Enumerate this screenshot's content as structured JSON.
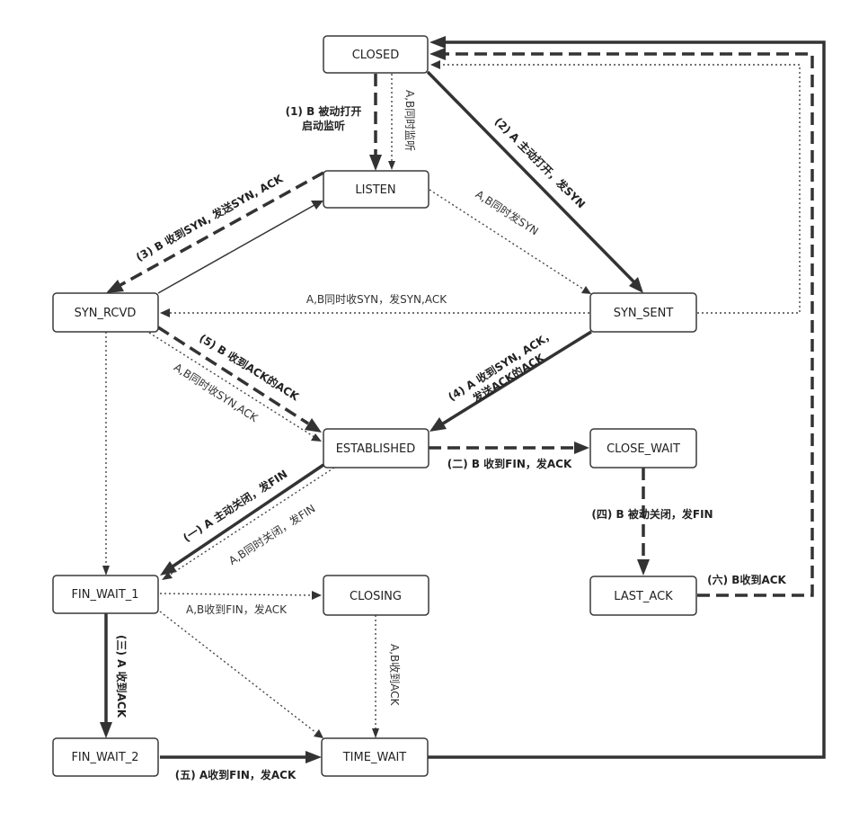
{
  "states": {
    "closed": "CLOSED",
    "listen": "LISTEN",
    "syn_rcvd": "SYN_RCVD",
    "syn_sent": "SYN_SENT",
    "established": "ESTABLISHED",
    "close_wait": "CLOSE_WAIT",
    "fin_wait_1": "FIN_WAIT_1",
    "closing": "CLOSING",
    "last_ack": "LAST_ACK",
    "fin_wait_2": "FIN_WAIT_2",
    "time_wait": "TIME_WAIT"
  },
  "labels": {
    "closed_listen_1": "(1) B 被动打开",
    "closed_listen_2": "启动监听",
    "closed_listen_simul": "A,B同时监听",
    "closed_synsent": "(2) A 主动打开，发SYN",
    "listen_synsent_simul": "A,B同时发SYN",
    "listen_synrcvd": "(3) B 收到SYN, 发送SYN, ACK",
    "synsent_synrcvd_simul": "A,B同时收SYN，发SYN,ACK",
    "synrcvd_est": "(5) B 收到ACK的ACK",
    "synrcvd_est_simul": "A,B同时收SYN,ACK",
    "synsent_est_1": "(4) A 收到SYN, ACK，",
    "synsent_est_2": "发送ACK的ACK",
    "est_closewait": "(二) B 收到FIN，发ACK",
    "closewait_lastack": "(四) B 被动关闭，发FIN",
    "lastack_closed": "(六) B收到ACK",
    "est_finwait1": "(一) A 主动关闭，发FIN",
    "est_finwait1_simul": "A,B同时关闭，发FIN",
    "finwait1_closing": "A,B收到FIN，发ACK",
    "closing_timewait": "A,B收到ACK",
    "finwait1_finwait2": "(三) A 收到ACK",
    "finwait2_timewait": "(五) A收到FIN，发ACK"
  }
}
